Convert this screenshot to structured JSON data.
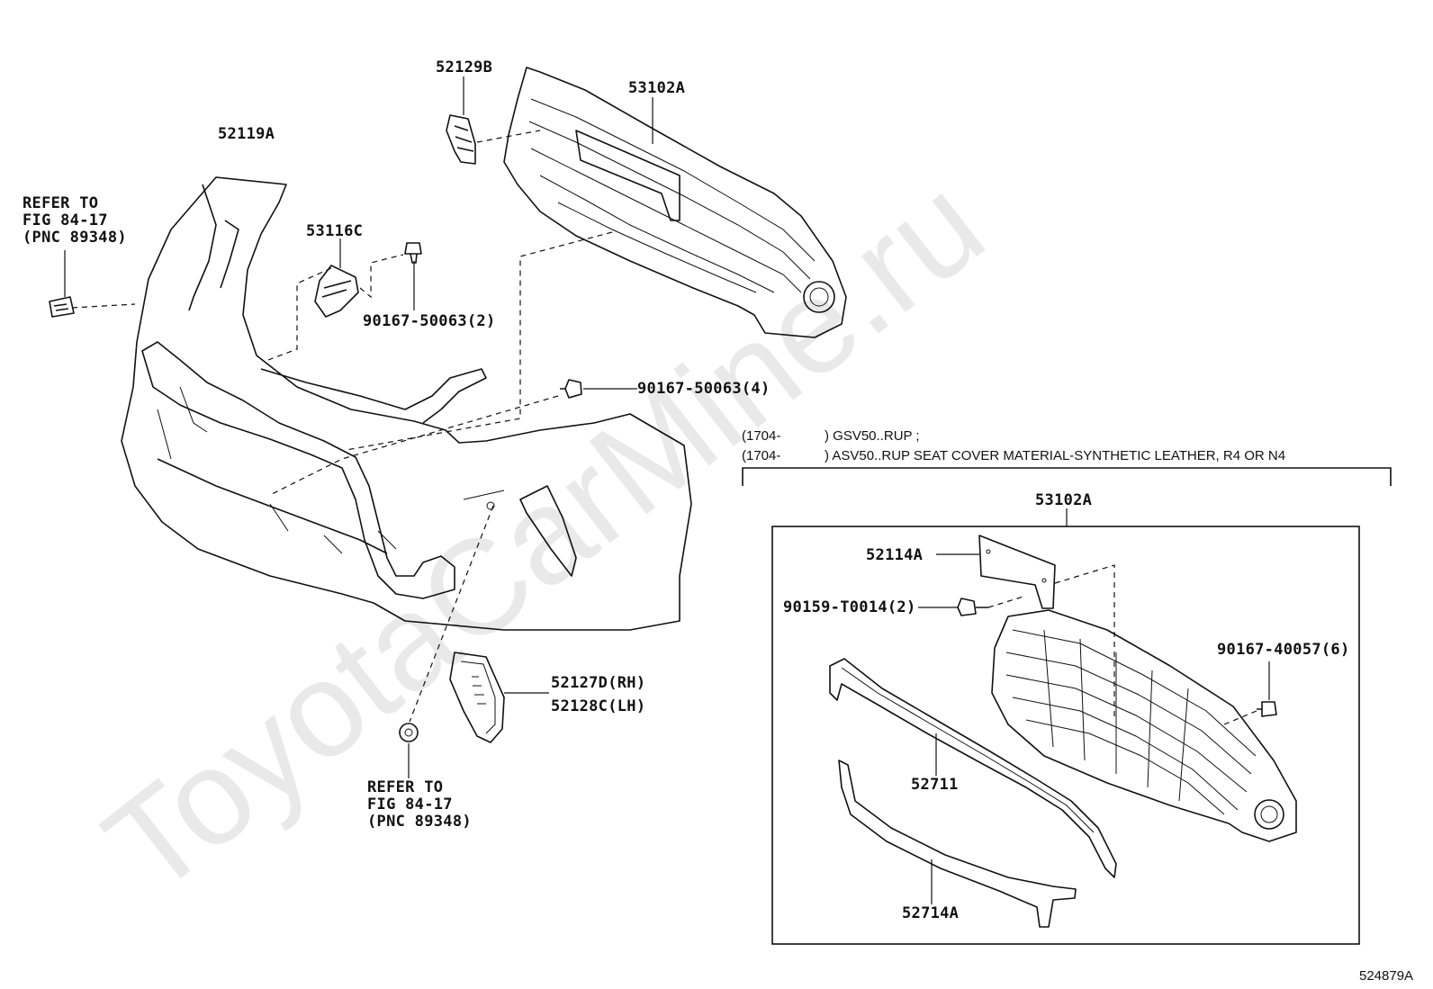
{
  "watermark": "ToyotaCarMine.ru",
  "figure_id": "524879A",
  "labels": {
    "p52129B": "52129B",
    "p53102A_top": "53102A",
    "p52119A": "52119A",
    "p53116C": "53116C",
    "p90167_50063_2": "90167-50063(2)",
    "p90167_50063_4": "90167-50063(4)",
    "p52127D": "52127D(RH)",
    "p52128C": "52128C(LH)",
    "p53102A_box": "53102A",
    "p52114A": "52114A",
    "p90159": "90159-T0014(2)",
    "p90167_40057": "90167-40057(6)",
    "p52711": "52711",
    "p52714A": "52714A"
  },
  "refer_top": [
    "REFER TO",
    "FIG 84-17",
    "(PNC 89348)"
  ],
  "refer_bottom": [
    "REFER TO",
    "FIG 84-17",
    "(PNC 89348)"
  ],
  "notes": [
    {
      "date": "(1704-",
      "text": ") GSV50..RUP ;"
    },
    {
      "date": "(1704-",
      "text": ") ASV50..RUP  SEAT COVER MATERIAL-SYNTHETIC LEATHER, R4 OR N4"
    }
  ]
}
